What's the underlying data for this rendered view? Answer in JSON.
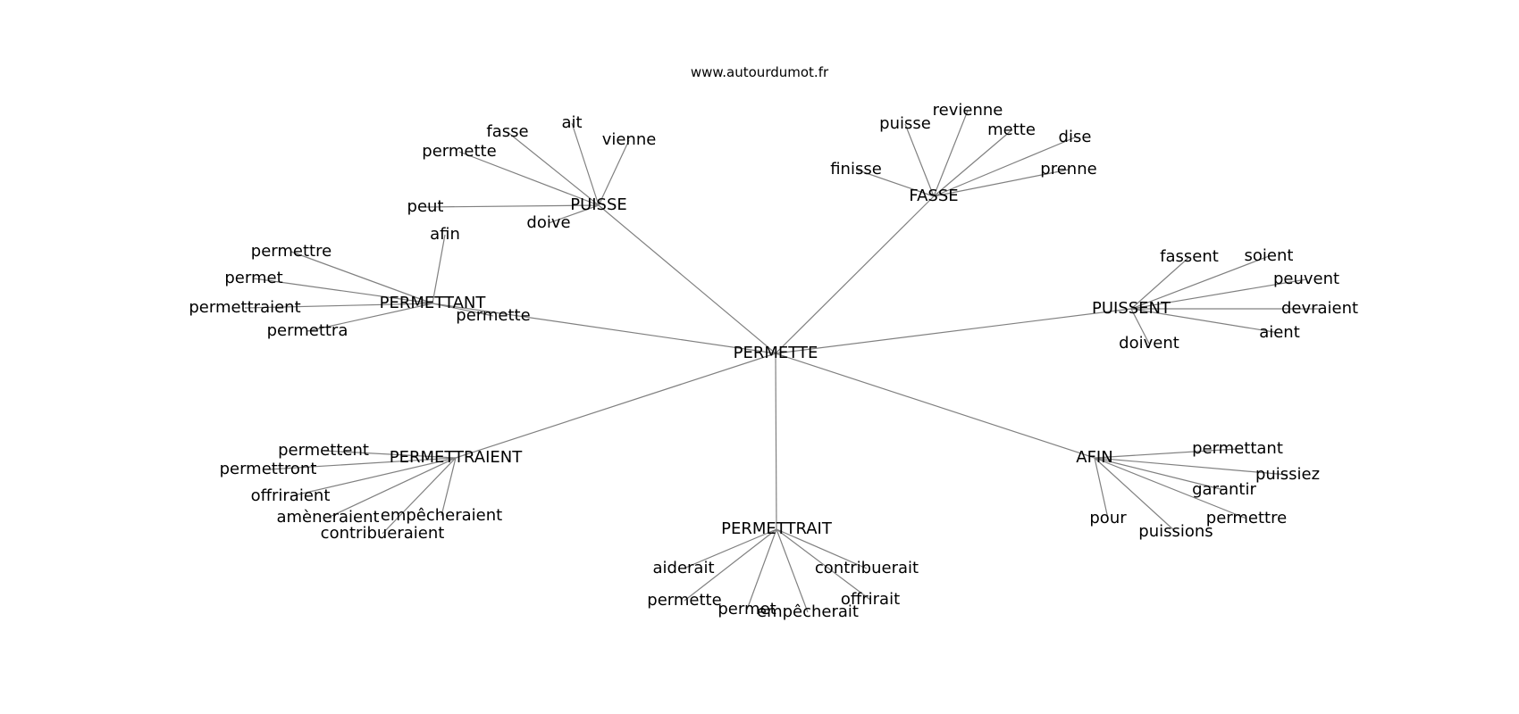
{
  "site": "www.autourdumot.fr",
  "colors": {
    "edge": "#808080",
    "text": "#000000",
    "background": "#ffffff"
  },
  "center": {
    "id": "permette_root",
    "label": "PERMETTE"
  },
  "clusters": [
    {
      "id": "puisse",
      "label": "PUISSE",
      "leaves": [
        "fasse",
        "ait",
        "vienne",
        "permette",
        "peut",
        "doive"
      ]
    },
    {
      "id": "fasse",
      "label": "FASSE",
      "leaves": [
        "revienne",
        "puisse",
        "mette",
        "dise",
        "finisse",
        "prenne"
      ]
    },
    {
      "id": "permettant",
      "label": "PERMETTANT",
      "leaves": [
        "afin",
        "permettre",
        "permet",
        "permettraient",
        "permettra",
        "permette"
      ]
    },
    {
      "id": "puissent",
      "label": "PUISSENT",
      "leaves": [
        "fassent",
        "soient",
        "peuvent",
        "devraient",
        "aient",
        "doivent"
      ]
    },
    {
      "id": "permettraient",
      "label": "PERMETTRAIENT",
      "leaves": [
        "permettent",
        "permettront",
        "offriraient",
        "amèneraient",
        "empêcheraient",
        "contribueraient"
      ]
    },
    {
      "id": "permettrait",
      "label": "PERMETTRAIT",
      "leaves": [
        "aiderait",
        "contribuerait",
        "permette",
        "offrirait",
        "permet",
        "empêcherait"
      ]
    },
    {
      "id": "afin",
      "label": "AFIN",
      "leaves": [
        "permettant",
        "puissiez",
        "garantir",
        "permettre",
        "pour",
        "puissions"
      ]
    }
  ]
}
